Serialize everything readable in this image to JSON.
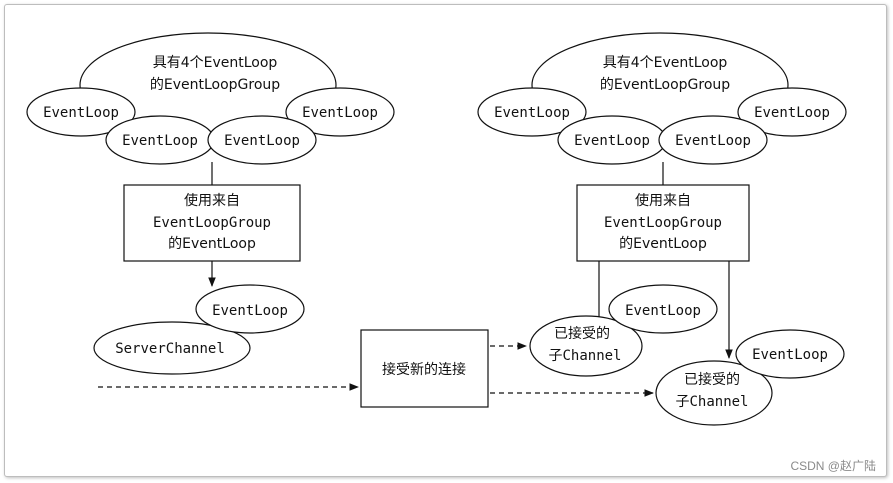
{
  "left_group": {
    "cloud_line1": "具有4个EventLoop",
    "cloud_line2": "的EventLoopGroup",
    "loops": [
      "EventLoop",
      "EventLoop",
      "EventLoop",
      "EventLoop"
    ],
    "box_line1": "使用来自",
    "box_line2": "EventLoopGroup",
    "box_line3": "的EventLoop",
    "assigned_loop": "EventLoop",
    "server_channel": "ServerChannel"
  },
  "right_group": {
    "cloud_line1": "具有4个EventLoop",
    "cloud_line2": "的EventLoopGroup",
    "loops": [
      "EventLoop",
      "EventLoop",
      "EventLoop",
      "EventLoop"
    ],
    "box_line1": "使用来自",
    "box_line2": "EventLoopGroup",
    "box_line3": "的EventLoop",
    "child1_loop": "EventLoop",
    "child1_line1": "已接受的",
    "child1_line2": "子Channel",
    "child2_loop": "EventLoop",
    "child2_line1": "已接受的",
    "child2_line2": "子Channel"
  },
  "accept_box": "接受新的连接",
  "watermark": "CSDN @赵广陆"
}
